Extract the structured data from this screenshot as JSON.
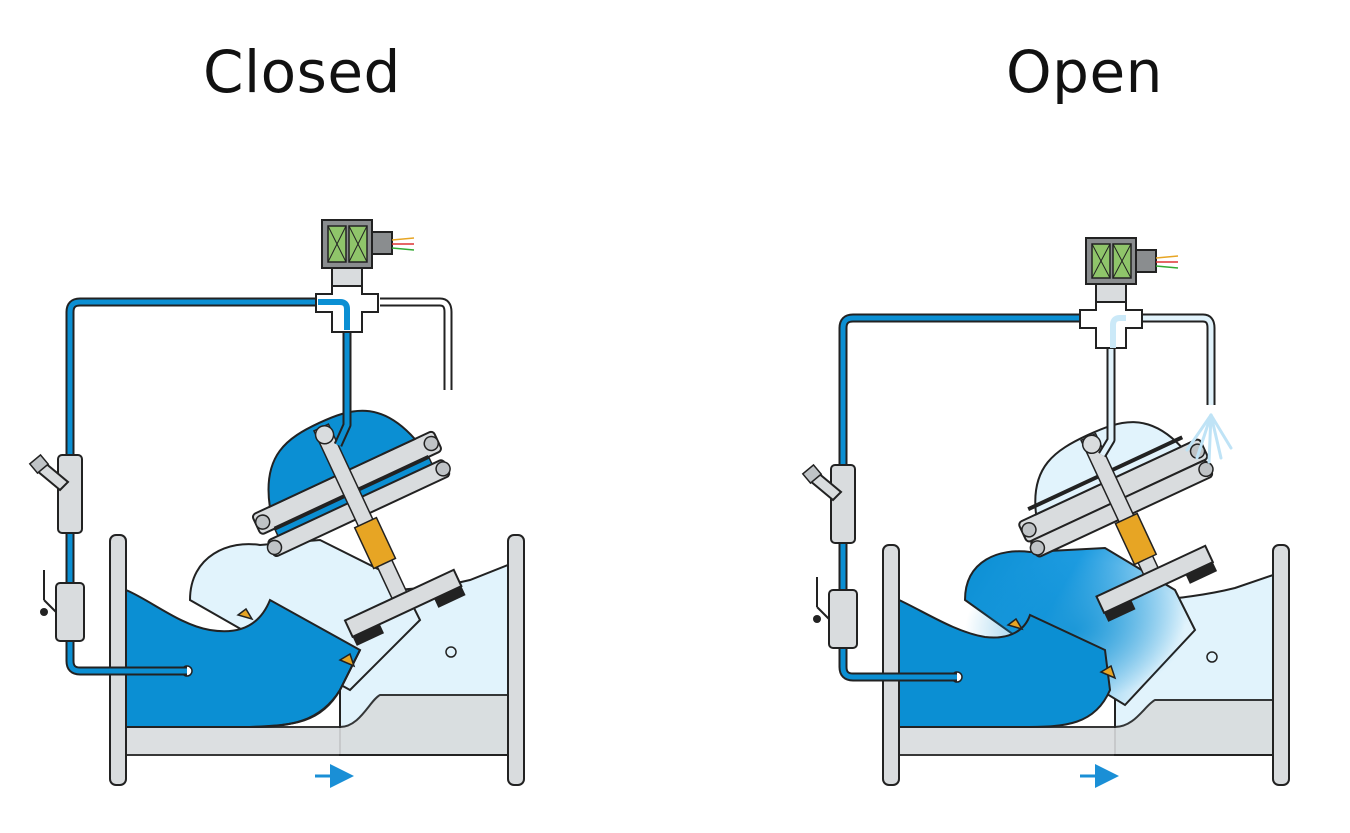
{
  "titles": {
    "closed": "Closed",
    "open": "Open"
  },
  "colors": {
    "water_dark": "#0b8fd3",
    "water_light": "#e1f3fc",
    "metal": "#d9dcde",
    "outline": "#222222",
    "brass": "#e7a524",
    "coil": "#8fc56a",
    "seal": "#222222"
  },
  "diagrams": [
    {
      "state": "closed",
      "control_chamber": "pressurized",
      "pilot_vent": "closed"
    },
    {
      "state": "open",
      "control_chamber": "vented",
      "pilot_vent": "open"
    }
  ],
  "icons": [
    "solenoid-pilot-icon",
    "strainer-icon",
    "ball-valve-icon",
    "flow-arrow-icon",
    "vent-spray-icon"
  ]
}
